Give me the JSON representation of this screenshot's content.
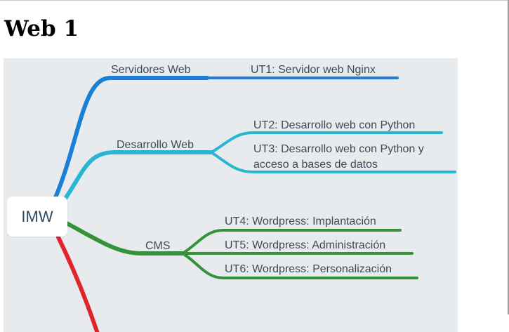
{
  "page": {
    "title": "Web 1"
  },
  "mindmap": {
    "root": {
      "label": "IMW"
    },
    "branches": [
      {
        "label": "Servidores Web",
        "color": "#1a7fd6",
        "children": [
          {
            "label": "UT1: Servidor web Nginx"
          }
        ]
      },
      {
        "label": "Desarrollo Web",
        "color": "#29b6d2",
        "children": [
          {
            "label": "UT2: Desarrollo web con Python"
          },
          {
            "line1": "UT3: Desarrollo web con Python y",
            "line2": "acceso a bases de datos"
          }
        ]
      },
      {
        "label": "CMS",
        "color": "#34923a",
        "children": [
          {
            "label": "UT4: Wordpress: Implantación"
          },
          {
            "label": "UT5: Wordpress: Administración"
          },
          {
            "label": "UT6: Wordpress: Personalización"
          }
        ]
      },
      {
        "color": "#e0242b"
      }
    ]
  },
  "colors": {
    "canvas_background": "#e8ebee",
    "text": "#3d4a57"
  }
}
